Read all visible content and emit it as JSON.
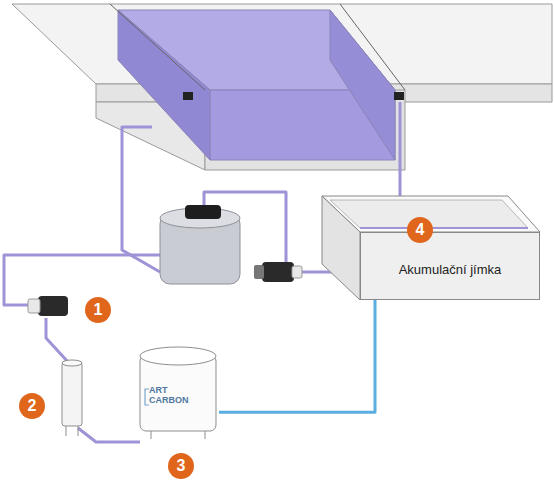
{
  "diagram": {
    "nodes": [
      {
        "text": [
          "Akumulační jímka"
        ]
      },
      {
        "text": [
          "ART CARBON"
        ]
      }
    ],
    "edges": [
      {
        "from": 1,
        "to": 0,
        "arrow": "to"
      }
    ],
    "labels": [
      "4",
      "1",
      "2",
      "3"
    ]
  }
}
